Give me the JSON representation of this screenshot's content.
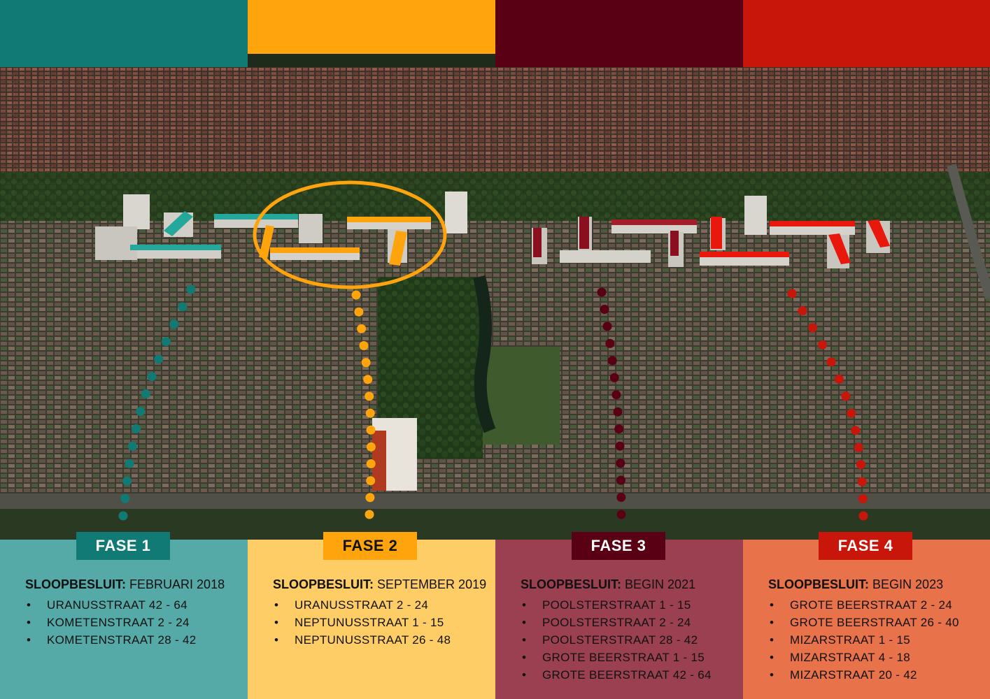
{
  "colors": {
    "fase1": "#117a74",
    "fase2": "#ffa40c",
    "fase3": "#5a0014",
    "fase4": "#c8160a",
    "panel1": "#55a9a7",
    "panel2": "#fecd65",
    "panel3": "#9b4050",
    "panel4": "#e8724a"
  },
  "phases": [
    {
      "label": "FASE 1",
      "decision_label": "SLOOPBESLUIT:",
      "decision_date": "FEBRUARI 2018",
      "streets": [
        "URANUSSTRAAT  42 - 64",
        "KOMETENSTRAAT  2 - 24",
        "KOMETENSTRAAT  28 - 42"
      ]
    },
    {
      "label": "FASE 2",
      "decision_label": "SLOOPBESLUIT:",
      "decision_date": "SEPTEMBER 2019",
      "streets": [
        "URANUSSTRAAT  2 - 24",
        "NEPTUNUSSTRAAT  1 - 15",
        "NEPTUNUSSTRAAT  26 - 48"
      ]
    },
    {
      "label": "FASE 3",
      "decision_label": "SLOOPBESLUIT:",
      "decision_date": "BEGIN 2021",
      "streets": [
        "POOLSTERSTRAAT  1 - 15",
        "POOLSTERSTRAAT  2 - 24",
        "POOLSTERSTRAAT  28 - 42",
        "GROTE BEERSTRAAT  1 - 15",
        "GROTE BEERSTRAAT  42 - 64"
      ]
    },
    {
      "label": "FASE 4",
      "decision_label": "SLOOPBESLUIT:",
      "decision_date": "BEGIN 2023",
      "streets": [
        "GROTE BEERSTRAAT  2 - 24",
        "GROTE BEERSTRAAT  26 - 40",
        "MIZARSTRAAT  1 - 15",
        "MIZARSTRAAT  4 - 18",
        "MIZARSTRAAT  20 - 42"
      ]
    }
  ]
}
